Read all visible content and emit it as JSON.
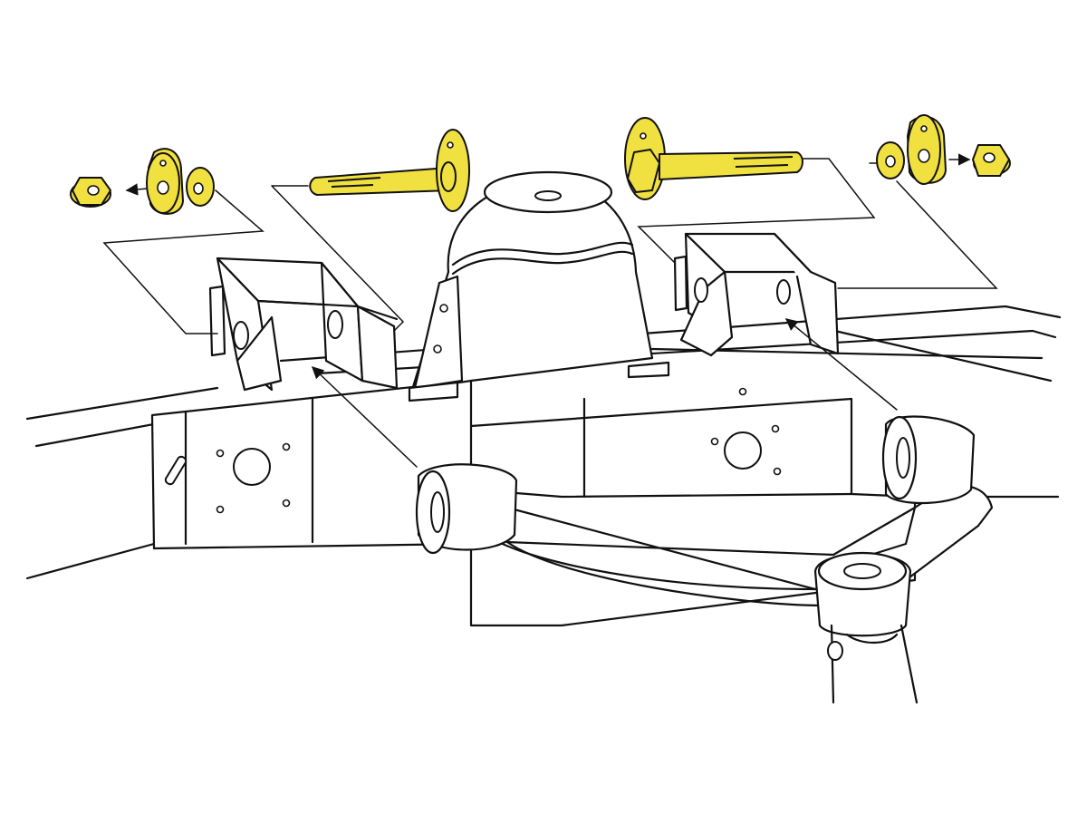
{
  "figure": {
    "colors": {
      "line": "#111111",
      "background": "#ffffff",
      "highlight_hardware": "#f0e040"
    },
    "highlighted_parts": [
      "left-flange-nut",
      "left-cam-washer",
      "left-plain-washer",
      "left-cam-bolt",
      "right-cam-bolt",
      "right-plain-washer",
      "right-cam-washer",
      "right-flange-nut"
    ],
    "components": [
      "frame-rail",
      "coil-spring-tower",
      "rear-control-arm-bracket",
      "front-control-arm-bracket",
      "upper-control-arm",
      "ball-joint",
      "steering-knuckle"
    ]
  }
}
